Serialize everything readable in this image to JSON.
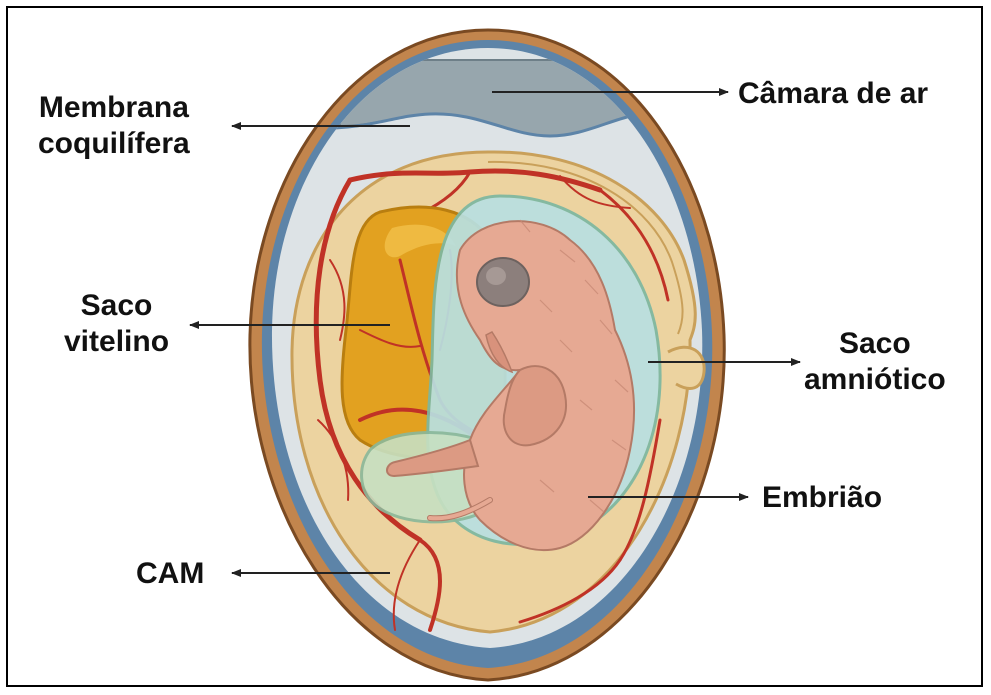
{
  "labels": {
    "camara_de_ar": "Câmara de ar",
    "membrana_line1": "Membrana",
    "membrana_line2": "coquilífera",
    "saco_vitelino_line1": "Saco",
    "saco_vitelino_line2": "vitelino",
    "saco_amniotico_line1": "Saco",
    "saco_amniotico_line2": "amniótico",
    "embriao": "Embrião",
    "cam": "CAM"
  },
  "colors": {
    "shell": "#b8743f",
    "inner_membrane": "#5d84a8",
    "albumen": "#dde3e6",
    "air_cell": "#97a6ad",
    "cam_region": "#ecd3a0",
    "yolk": "#e2a120",
    "amnion": "#b8e0e2",
    "embryo": "#e6a993",
    "vessel": "#c03226"
  }
}
